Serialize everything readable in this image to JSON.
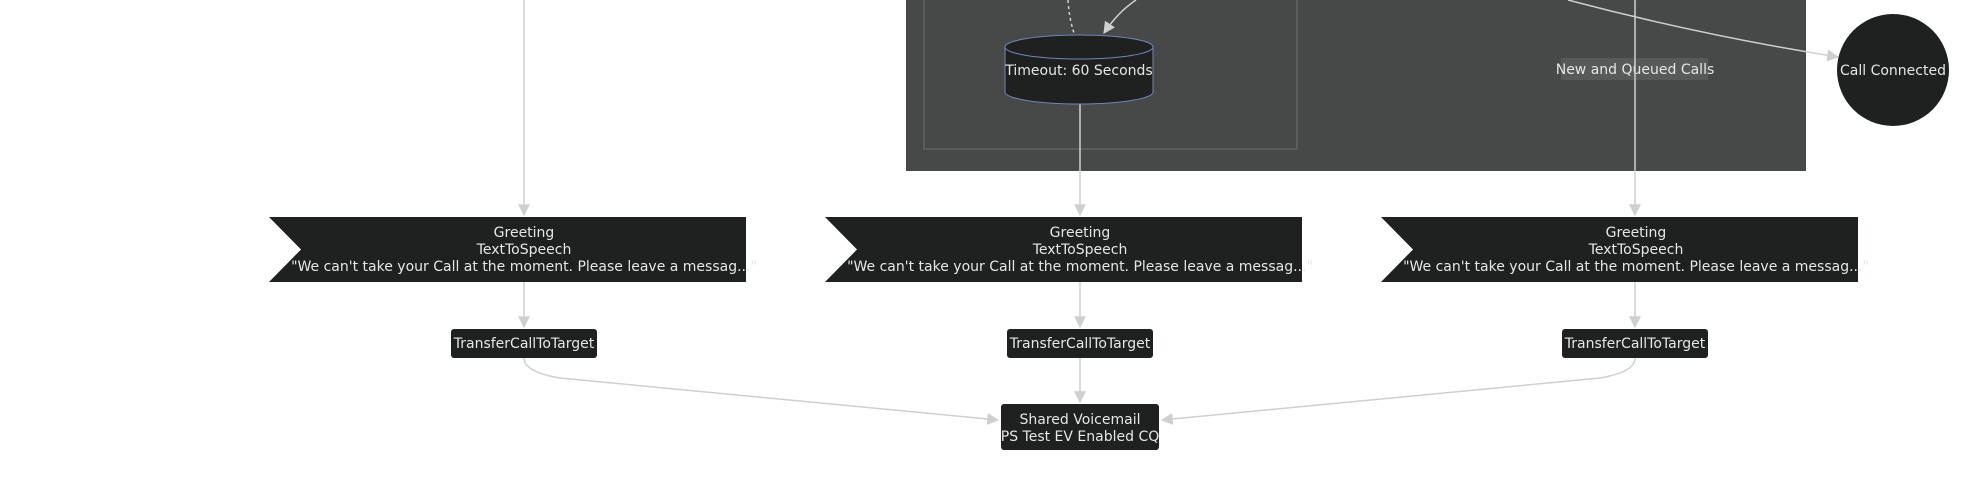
{
  "colors": {
    "node_fill": "#1f2020",
    "subgraph_fill": "#474848",
    "edge": "#cfcfcf",
    "text": "#e6e6e6",
    "page_bg": "#ffffff"
  },
  "subgraph": {
    "label": "New and Queued Calls"
  },
  "nodes": {
    "timeout": {
      "label": "Timeout: 60 Seconds"
    },
    "call_connected": {
      "label": "Call Connected"
    },
    "greetings": [
      {
        "line1": "Greeting",
        "line2": "TextToSpeech",
        "line3": "\"We can't take your Call at the moment. Please leave a messag...\""
      },
      {
        "line1": "Greeting",
        "line2": "TextToSpeech",
        "line3": "\"We can't take your Call at the moment. Please leave a messag...\""
      },
      {
        "line1": "Greeting",
        "line2": "TextToSpeech",
        "line3": "\"We can't take your Call at the moment. Please leave a messag...\""
      }
    ],
    "transfers": [
      {
        "label": "TransferCallToTarget"
      },
      {
        "label": "TransferCallToTarget"
      },
      {
        "label": "TransferCallToTarget"
      }
    ],
    "voicemail": {
      "line1": "Shared Voicemail",
      "line2": "PS Test EV Enabled CQ"
    }
  }
}
